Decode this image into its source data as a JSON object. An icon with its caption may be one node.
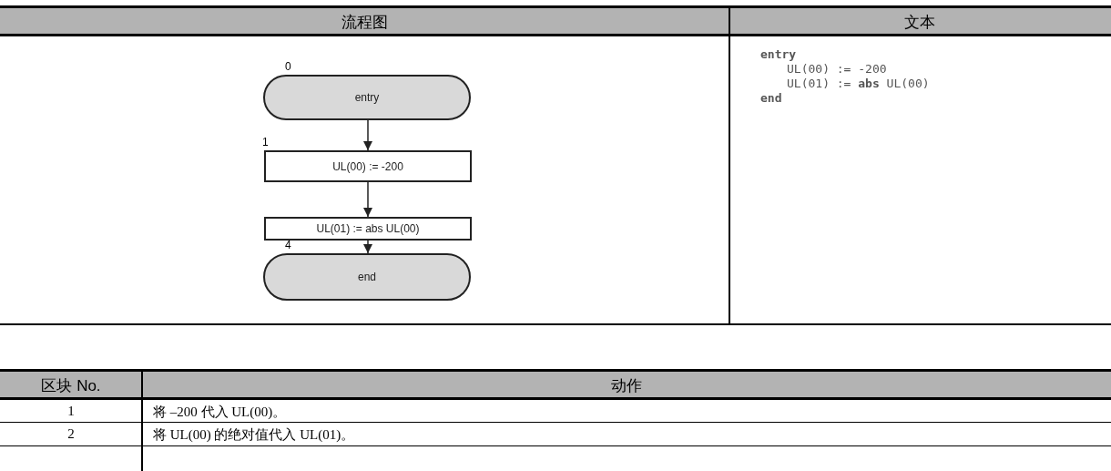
{
  "diagram": {
    "nodes": [
      {
        "text": [
          "entry"
        ],
        "beside": [
          "0"
        ]
      },
      {
        "text": [
          "UL(00) := -200"
        ],
        "beside": [
          "1"
        ]
      },
      {
        "text": [
          "UL(01) := abs UL(00)"
        ]
      },
      {
        "text": [
          "end"
        ],
        "beside": [
          "4"
        ]
      }
    ],
    "edges": [
      {
        "from": 0,
        "to": 1,
        "arrow": "to"
      },
      {
        "from": 1,
        "to": 2,
        "arrow": "to"
      },
      {
        "from": 2,
        "to": 3,
        "arrow": "to"
      }
    ],
    "labels": [
      "流程图",
      "文本",
      "entry",
      "UL(00) := -200",
      "UL(01) := **abs** UL(00)",
      "end",
      "区块 No.",
      "动作",
      "1",
      "将 –200 代入 UL(00)。",
      "2",
      "将 UL(00) 的绝对值代入 UL(01)。"
    ]
  }
}
